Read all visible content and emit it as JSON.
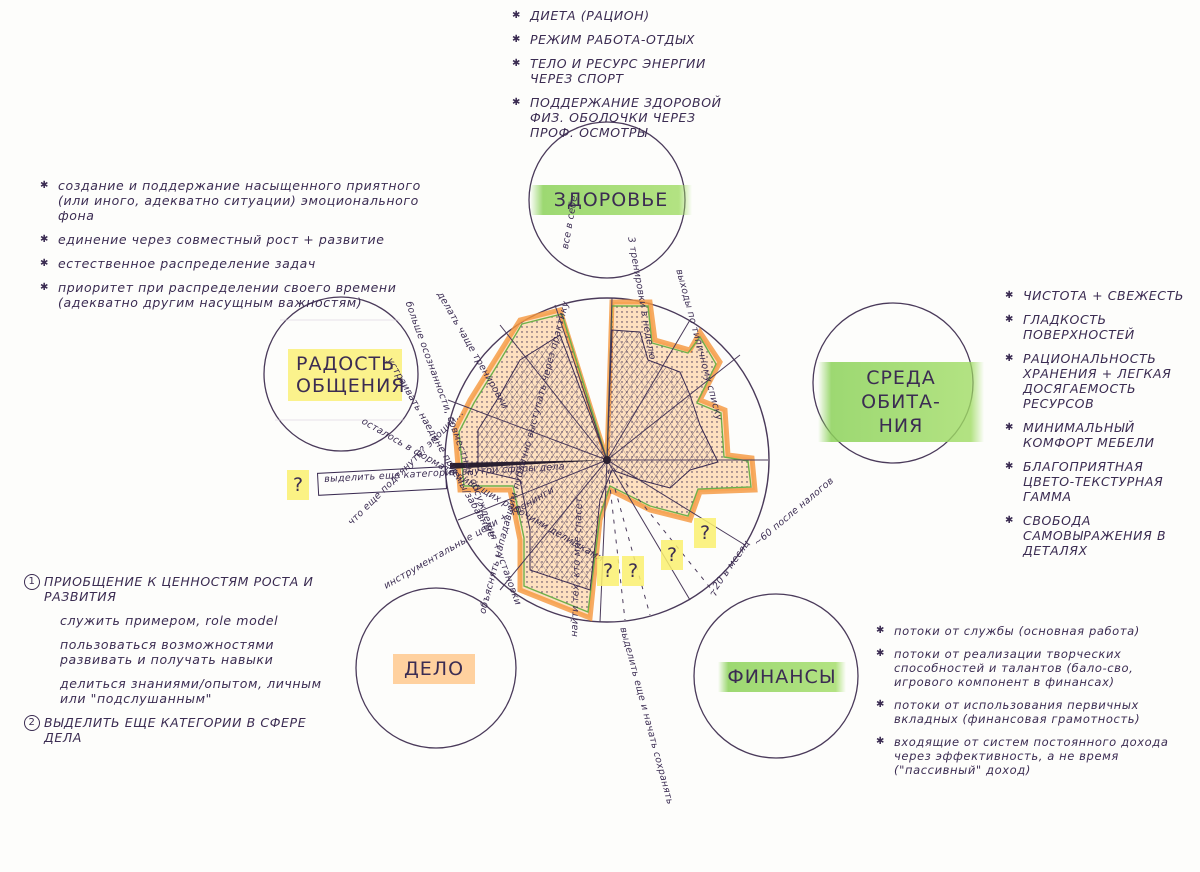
{
  "categories": {
    "health": "ЗДОРОВЬЕ",
    "environment_line1": "СРЕДА ОБИТА-",
    "environment_line2": "НИЯ",
    "joy_line1": "РАДОСТЬ",
    "joy_line2": "ОБЩЕНИЯ",
    "work": "ДЕЛО",
    "finance": "ФИНАНСЫ"
  },
  "health_notes": [
    "ДИЕТА (РАЦИОН)",
    "РЕЖИМ РАБОТА-ОТДЫХ",
    "ТЕЛО И РЕСУРС ЭНЕРГИИ ЧЕРЕЗ СПОРТ",
    "ПОДДЕРЖАНИЕ ЗДОРОВОЙ ФИЗ. ОБОЛОЧКИ ЧЕРЕЗ ПРОФ. ОСМОТРЫ"
  ],
  "joy_notes": [
    "создание и поддержание насыщенного приятного (или иного, адекватно ситуации) эмоционального фона",
    "единение через совместный рост + развитие",
    "естественное распределение задач",
    "приоритет при распределении своего времени (адекватно другим насущным важностям)"
  ],
  "environment_notes": [
    "ЧИСТОТА + СВЕЖЕСТЬ",
    "ГЛАДКОСТЬ ПОВЕРХНОСТЕЙ",
    "РАЦИОНАЛЬНОСТЬ ХРАНЕНИЯ + ЛЕГКАЯ ДОСЯГАЕМОСТЬ РЕСУРСОВ",
    "МИНИМАЛЬНЫЙ КОМФОРТ МЕБЕЛИ",
    "БЛАГОПРИЯТНАЯ ЦВЕТО-ТЕКСТУРНАЯ ГАММА",
    "СВОБОДА САМОВЫРАЖЕНИЯ В ДЕТАЛЯХ"
  ],
  "work_notes": [
    {
      "num": "1",
      "text": "ПРИОБЩЕНИЕ К ЦЕННОСТЯМ РОСТА И РАЗВИТИЯ"
    },
    {
      "num": "",
      "text": "служить примером, role model"
    },
    {
      "num": "",
      "text": "пользоваться возможностями развивать и получать навыки"
    },
    {
      "num": "",
      "text": "делиться знаниями/опытом, личным или \"подслушанным\""
    },
    {
      "num": "2",
      "text": "ВЫДЕЛИТЬ ЕЩЕ КАТЕГОРИИ В СФЕРЕ ДЕЛА"
    }
  ],
  "finance_notes": [
    "потоки от службы (основная работа)",
    "потоки от реализации творческих способностей и талантов (бало-сво, игрового компонент в финансах)",
    "потоки от использования первичных вкладных (финансовая грамотность)",
    "входящие от систем постоянного дохода через эффективность, а не время (\"пассивный\" доход)"
  ],
  "wheel_labels": {
    "l1": "делать чаще тренировки",
    "l2": "3 тренировки в неделю",
    "l3": "выходы по типичному списку",
    "l4": "больше осознанности, совместные обсуждения + установки",
    "l5": "устраивать наедине приемы/забавные",
    "l6": "осталось в формате пишущих рабочими делишками",
    "l7": "выделить еще категории внутри сферы дела",
    "l8": "что еще подтянуть? эмоции...",
    "l9": "инструментальные цели + тренинги",
    "l10": "объяснять нападавшим публично выступать через практику",
    "l11": "найти тех, кто мне спасет",
    "l12": "выделить еще и начать сохранять",
    "l13": "~20 в месяц",
    "l14": "~60 после налогов",
    "l15": "все в себе"
  },
  "question_mark": "?"
}
